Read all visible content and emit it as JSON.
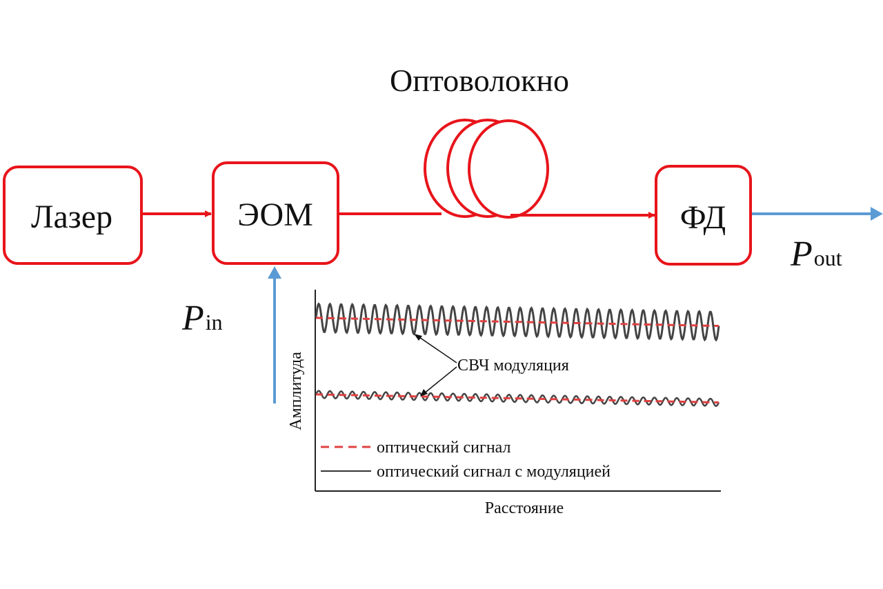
{
  "diagram": {
    "fiber_label": "Оптоволокно",
    "blocks": {
      "laser": "Лазер",
      "eom": "ЭОМ",
      "pd": "ФД"
    },
    "input": {
      "symbol": "P",
      "subscript": "in"
    },
    "output": {
      "symbol": "P",
      "subscript": "out"
    },
    "colors": {
      "optical_path": "#e8141b",
      "rf_signal": "#5b9bd5",
      "modulated_trace": "#444444"
    }
  },
  "inset_plot": {
    "xlabel": "Расстояние",
    "ylabel": "Амплитуда",
    "annotation": "СВЧ модуляция",
    "legend": {
      "optical": "оптический сигнал",
      "modulated": "оптический сигнал с модуляцией"
    }
  },
  "chart_data": {
    "type": "line",
    "title": "",
    "xlabel": "Расстояние",
    "ylabel": "Амплитуда",
    "series": [
      {
        "name": "оптический сигнал",
        "style": "dashed",
        "color": "#e04040",
        "trace": "upper",
        "level_start": 0.86,
        "level_end": 0.82
      },
      {
        "name": "оптический сигнал с модуляцией",
        "style": "solid",
        "color": "#444444",
        "trace": "upper",
        "level_start": 0.86,
        "level_end": 0.82,
        "amplitude": 0.07,
        "cycles": 36
      },
      {
        "name": "оптический сигнал",
        "style": "dashed",
        "color": "#e04040",
        "trace": "lower",
        "level_start": 0.48,
        "level_end": 0.44
      },
      {
        "name": "оптический сигнал с модуляцией",
        "style": "solid",
        "color": "#444444",
        "trace": "lower",
        "level_start": 0.48,
        "level_end": 0.44,
        "amplitude": 0.018,
        "cycles": 36
      }
    ],
    "grid": false,
    "ticks": false
  }
}
